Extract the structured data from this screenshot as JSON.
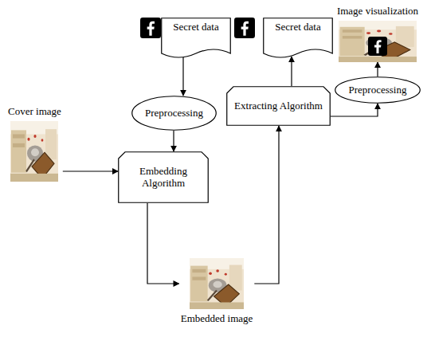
{
  "diagram": {
    "nodes": [
      {
        "text": [
          "Secret data"
        ]
      },
      {
        "text": [
          "Secret data"
        ]
      },
      {
        "text": [
          "Image visualization"
        ]
      },
      {
        "text": [
          "Cover image"
        ]
      },
      {
        "text": [
          "Preprocessing"
        ]
      },
      {
        "text": [
          "Preprocessing"
        ]
      },
      {
        "text": [
          "Extracting Algorithm"
        ]
      },
      {
        "text": [
          "Embedding Algorithm"
        ]
      },
      {
        "text": [
          "Embedded image"
        ]
      }
    ],
    "edges": [
      {
        "from": 0,
        "to": 4,
        "arrow": "to"
      },
      {
        "from": 4,
        "to": 7,
        "arrow": "to"
      },
      {
        "from": 3,
        "to": 7,
        "arrow": "to"
      },
      {
        "from": 7,
        "to": 8,
        "arrow": "to"
      },
      {
        "from": 8,
        "to": 6,
        "arrow": "to"
      },
      {
        "from": 6,
        "to": 1,
        "arrow": "to"
      },
      {
        "from": 6,
        "to": 5,
        "arrow": "to"
      },
      {
        "from": 5,
        "to": 2,
        "arrow": "to"
      }
    ]
  }
}
